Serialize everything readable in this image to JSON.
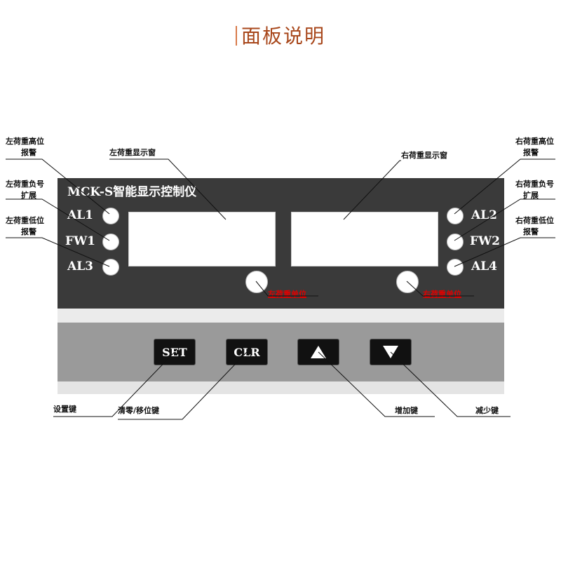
{
  "title": "面板说明",
  "panel": {
    "brand": "MCK-S智能显示控制仪",
    "left_indicators": [
      "AL1",
      "FW1",
      "AL3"
    ],
    "right_indicators": [
      "AL2",
      "FW2",
      "AL4"
    ],
    "left_unit_label": "左荷重单位",
    "right_unit_label": "右荷重单位",
    "keys": {
      "set": "SET",
      "clr": "CLR",
      "up_icon": "up-triangle-icon",
      "down_icon": "down-triangle-icon"
    }
  },
  "annotations": {
    "left_high_alarm": [
      "左荷重高位",
      "报警"
    ],
    "left_negative_expand": [
      "左荷重负号",
      "扩展"
    ],
    "left_low_alarm": [
      "左荷重低位",
      "报警"
    ],
    "left_display": "左荷重显示窗",
    "right_display": "右荷重显示窗",
    "right_high_alarm": [
      "右荷重高位",
      "报警"
    ],
    "right_negative_expand": [
      "右荷重负号",
      "扩展"
    ],
    "right_low_alarm": [
      "右荷重低位",
      "报警"
    ],
    "set_key": "设置键",
    "clr_key": "清零/移位键",
    "up_key": "增加键",
    "down_key": "减少键"
  },
  "colors": {
    "title": "#a8471b",
    "panel_dark": "#3a3a3a",
    "panel_keys": "#9a9a9a",
    "unit_label": "#e00000"
  }
}
